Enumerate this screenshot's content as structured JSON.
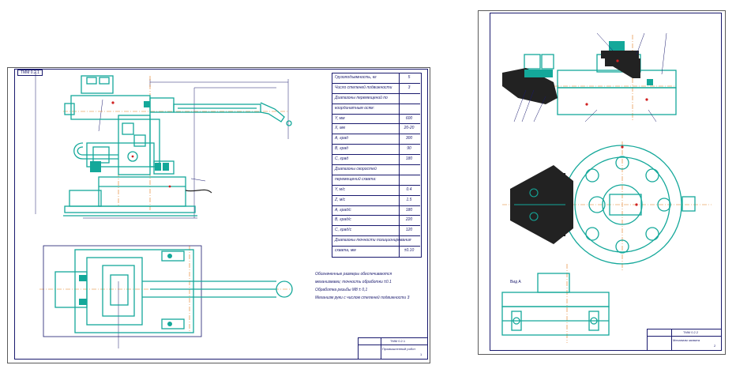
{
  "sheet1": {
    "stamp_top": "ТММ 0.2.1",
    "params": [
      {
        "label": "Грузоподъемность, кг",
        "value": "5"
      },
      {
        "label": "Число степеней подвижности",
        "value": "3"
      },
      {
        "label": "Диапазоны перемещений по",
        "value": ""
      },
      {
        "label": "координатным осям:",
        "value": ""
      },
      {
        "label": "Y, мм",
        "value": "600"
      },
      {
        "label": "X, мм",
        "value": "20-20"
      },
      {
        "label": "A, град",
        "value": "300"
      },
      {
        "label": "B, град",
        "value": "90"
      },
      {
        "label": "C, град",
        "value": "180"
      },
      {
        "label": "Диапазоны скоростей",
        "value": ""
      },
      {
        "label": "перемещений схвата:",
        "value": ""
      },
      {
        "label": "Y, м/с",
        "value": "0.4"
      },
      {
        "label": "Z, м/с",
        "value": "1.5"
      },
      {
        "label": "A, град/с",
        "value": "180"
      },
      {
        "label": "B, град/с",
        "value": "220"
      },
      {
        "label": "C, град/с",
        "value": "120"
      },
      {
        "label": "Диапазоны точности позиционирования",
        "value": ""
      },
      {
        "label": "схвата, мм",
        "value": "±0.10"
      }
    ],
    "notes": [
      "Обозначенные размеры обеспечиваются",
      "механизмами; точность обработки ±0.1",
      "Обработка резьбы М8 ± 0,1",
      "Механизм руки с числом степеней подвижности 3"
    ],
    "title_block": {
      "name": "Промышленный робот",
      "code": "ТММ 0.2.1",
      "sheet": "1"
    }
  },
  "sheet2": {
    "title_block": {
      "name": "Механизм захвата",
      "code": "ТММ 0.2.2",
      "sheet": "2"
    },
    "section_label": "Вид А"
  },
  "colors": {
    "part": "#14a89a",
    "ink": "#1a1a6e",
    "axis": "#e07a1a",
    "black": "#222222",
    "red": "#d02020"
  }
}
